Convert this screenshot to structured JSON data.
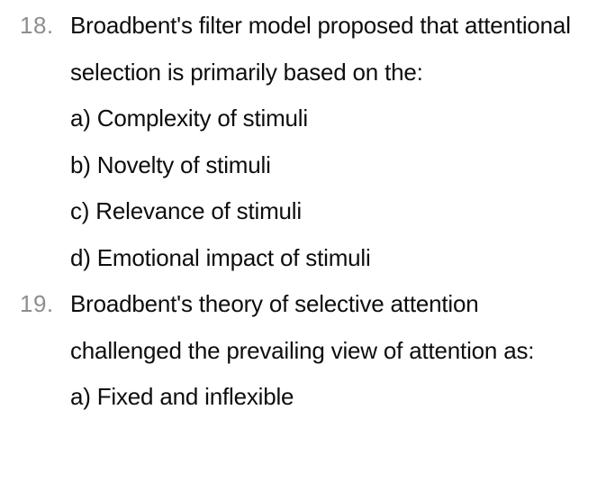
{
  "questions": [
    {
      "number": "18.",
      "text": "Broadbent's filter model proposed that attentional selection is primarily based on the:",
      "options": [
        "a) Complexity of stimuli",
        "b) Novelty of stimuli",
        "c) Relevance of stimuli",
        "d) Emotional impact of stimuli"
      ]
    },
    {
      "number": "19.",
      "text": "Broadbent's theory of selective attention challenged the prevailing view of attention as:",
      "options": [
        "a) Fixed and inflexible"
      ]
    }
  ]
}
